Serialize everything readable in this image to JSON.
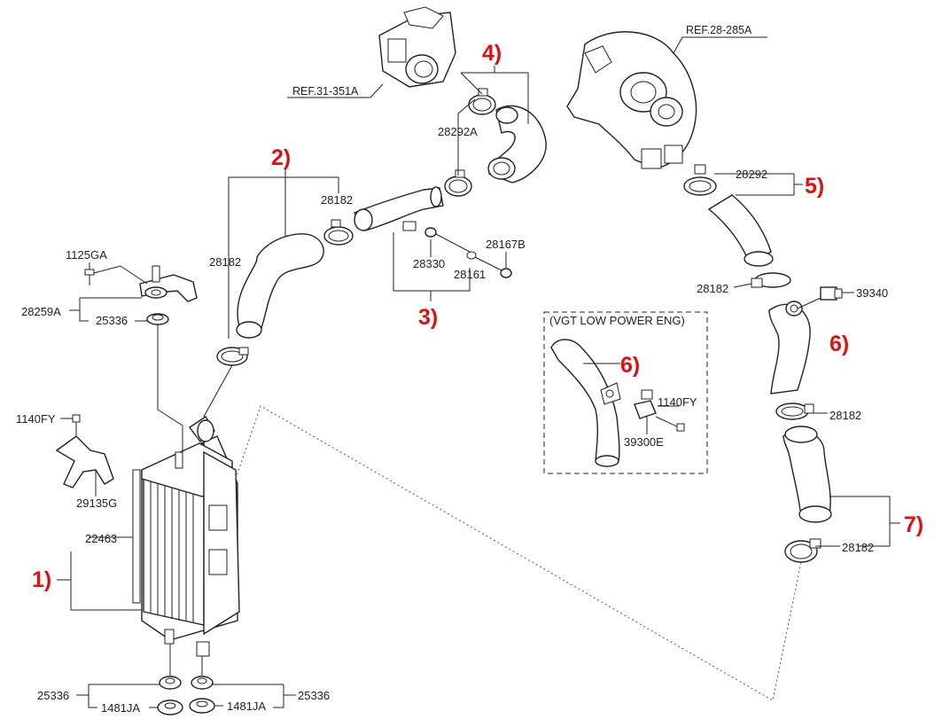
{
  "groups": [
    {
      "id": "1",
      "label": "1)"
    },
    {
      "id": "2",
      "label": "2)"
    },
    {
      "id": "3",
      "label": "3)"
    },
    {
      "id": "4",
      "label": "4)"
    },
    {
      "id": "5",
      "label": "5)"
    },
    {
      "id": "6a",
      "label": "6)"
    },
    {
      "id": "6b",
      "label": "6)"
    },
    {
      "id": "7",
      "label": "7)"
    }
  ],
  "refs": {
    "ref1": "REF.31-351A",
    "ref2": "REF.28-285A"
  },
  "vgt_box_title": "(VGT LOW POWER ENG)",
  "parts": {
    "p1125GA": "1125GA",
    "p28259A": "28259A",
    "p25336_top": "25336",
    "p1140FY_left": "1140FY",
    "p29135G": "29135G",
    "p22463": "22463",
    "p25336_bl": "25336",
    "p1481JA_l": "1481JA",
    "p1481JA_r": "1481JA",
    "p25336_br": "25336",
    "p28182_hose": "28182",
    "p28182_clamp": "28182",
    "p28330": "28330",
    "p28161": "28161",
    "p28167B": "28167B",
    "p28292A": "28292A",
    "p28292": "28292",
    "p28182_r1": "28182",
    "p39340": "39340",
    "p1140FY_box": "1140FY",
    "p39300E": "39300E",
    "p28182_r2": "28182",
    "p28182_r3": "28182"
  }
}
